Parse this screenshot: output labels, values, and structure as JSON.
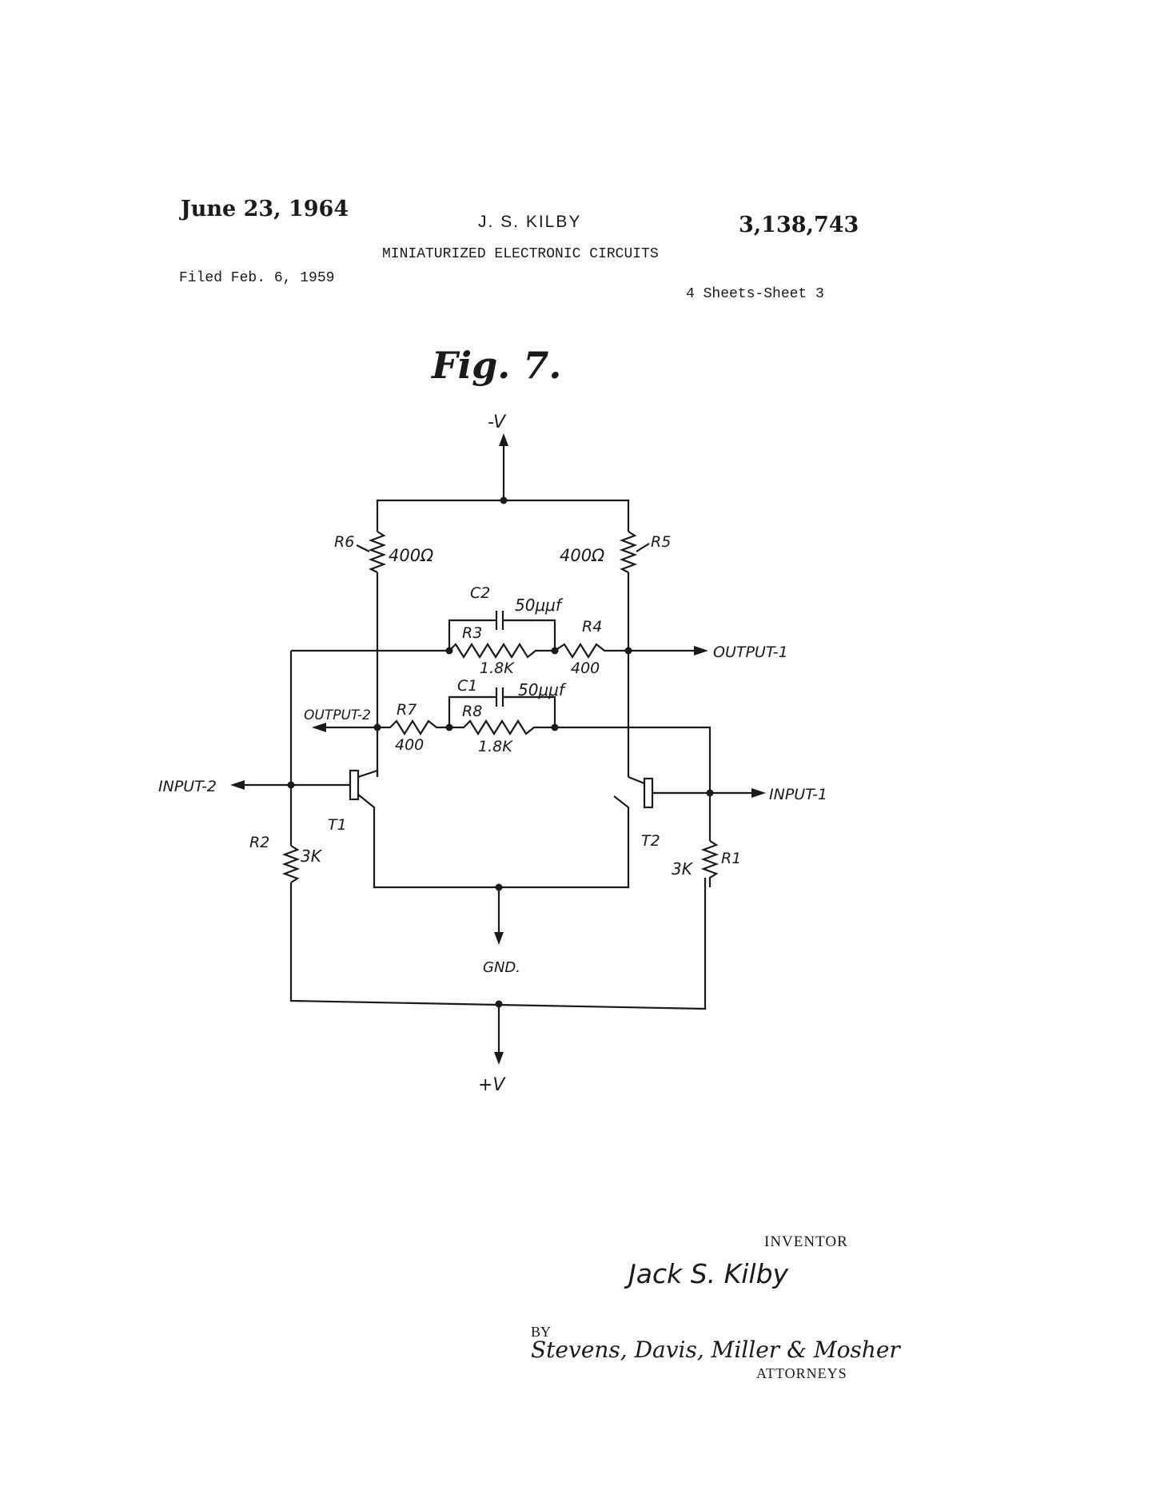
{
  "header": {
    "date": "June 23, 1964",
    "inventor_name": "J. S. KILBY",
    "patent_number": "3,138,743",
    "title": "MINIATURIZED ELECTRONIC CIRCUITS",
    "filed": "Filed Feb. 6, 1959",
    "sheets": "4 Sheets-Sheet 3"
  },
  "figure": {
    "label": "Fig. 7.",
    "terminals": {
      "neg_v": "-V",
      "pos_v": "+V",
      "gnd": "GND.",
      "output1": "OUTPUT-1",
      "output2": "OUTPUT-2",
      "input1": "INPUT-1",
      "input2": "INPUT-2"
    },
    "components": {
      "r6": {
        "name": "R6",
        "value": "400Ω"
      },
      "r5": {
        "name": "R5",
        "value": "400Ω"
      },
      "c2": {
        "name": "C2",
        "value": "50μμf"
      },
      "r3": {
        "name": "R3",
        "value": "1.8K"
      },
      "r4": {
        "name": "R4",
        "value": "400"
      },
      "c1": {
        "name": "C1",
        "value": "50μμf"
      },
      "r7": {
        "name": "R7",
        "value": "400"
      },
      "r8": {
        "name": "R8",
        "value": "1.8K"
      },
      "t1": {
        "name": "T1"
      },
      "t2": {
        "name": "T2"
      },
      "r2": {
        "name": "R2",
        "value": "3K"
      },
      "r1": {
        "name": "R1",
        "value": "3K"
      }
    }
  },
  "footer": {
    "inventor_label": "INVENTOR",
    "inventor_signature": "Jack S. Kilby",
    "by_label": "BY",
    "attorneys_signature": "Stevens, Davis, Miller & Mosher",
    "attorneys_label": "ATTORNEYS"
  }
}
